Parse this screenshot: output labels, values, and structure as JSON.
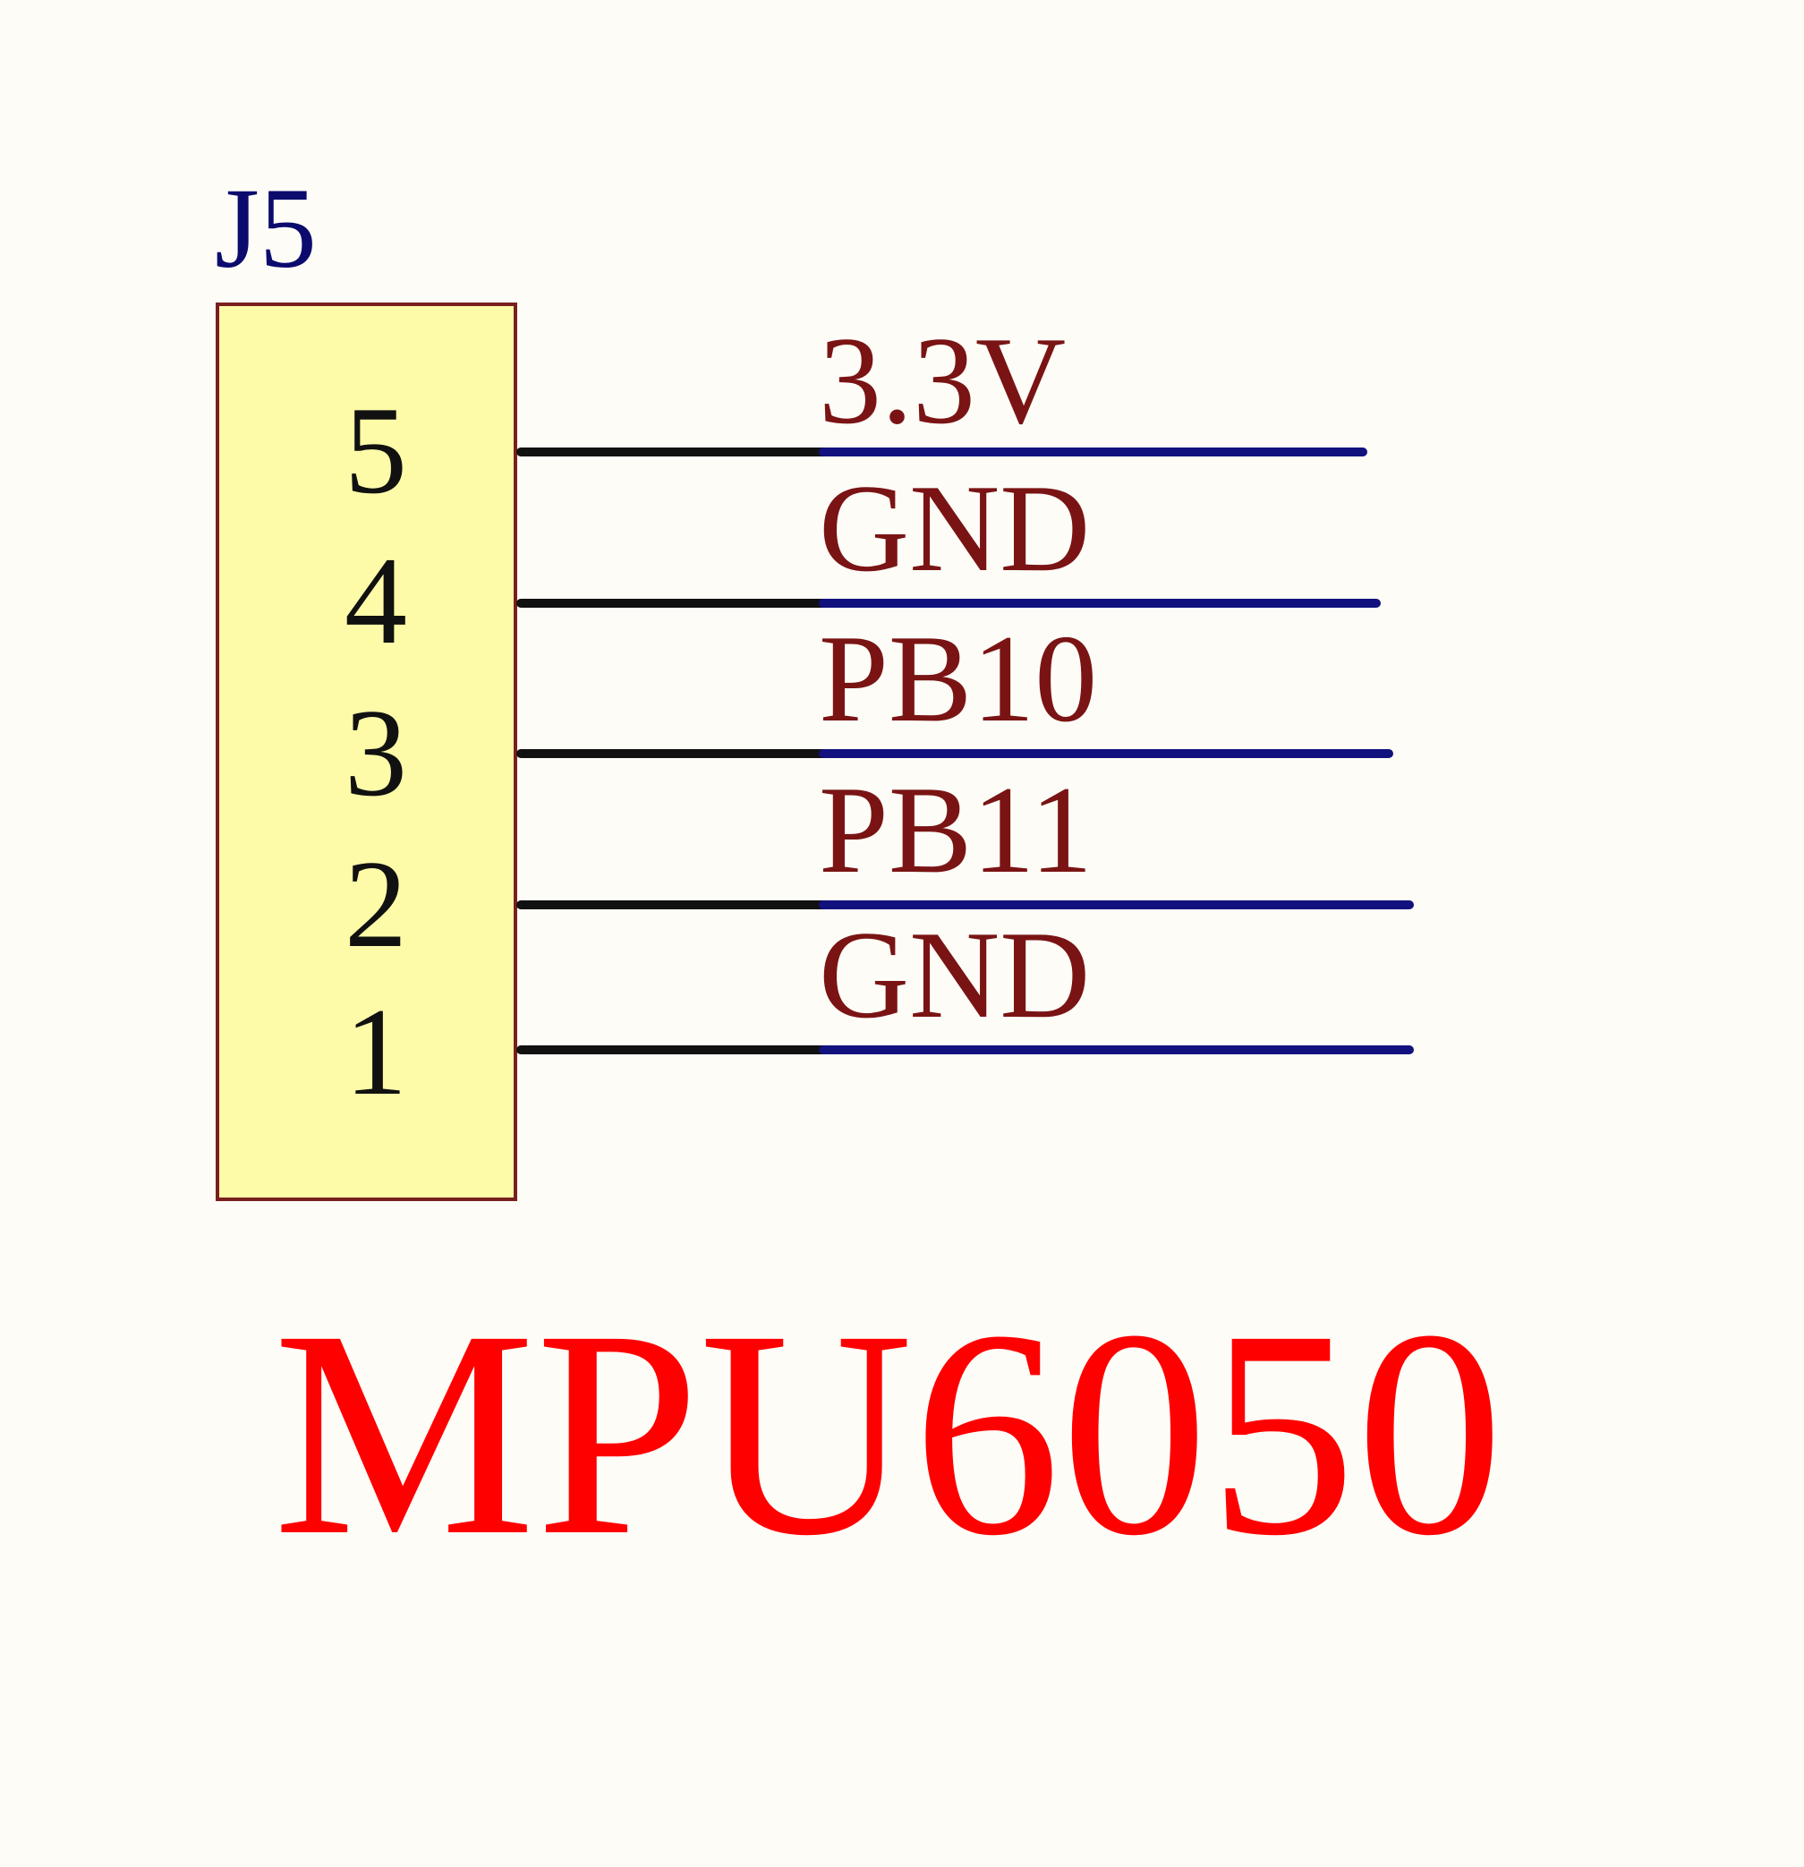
{
  "connector": {
    "ref": "J5",
    "pins": [
      {
        "number": "5",
        "net": "3.3V"
      },
      {
        "number": "4",
        "net": "GND"
      },
      {
        "number": "3",
        "net": "PB10"
      },
      {
        "number": "2",
        "net": "PB11"
      },
      {
        "number": "1",
        "net": "GND"
      }
    ]
  },
  "module_label": "MPU6050",
  "colors": {
    "background": "#fdfcf7",
    "body_fill": "#fdfba8",
    "body_stroke": "#7a1f1f",
    "ref_text": "#0b0b6e",
    "pin_number": "#111111",
    "pin_lead": "#111111",
    "wire": "#12127f",
    "net_label": "#7a1414",
    "module_label": "#ff0000"
  }
}
